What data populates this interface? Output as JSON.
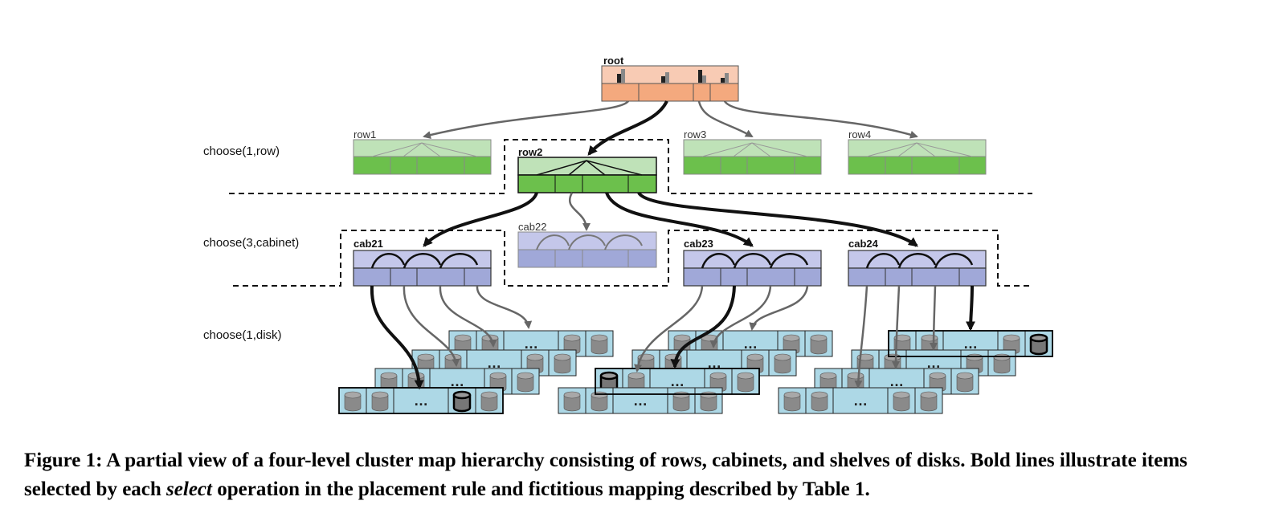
{
  "diagram": {
    "nodes": {
      "root": "root",
      "row1": "row1",
      "row2": "row2",
      "row3": "row3",
      "row4": "row4",
      "cab21": "cab21",
      "cab22": "cab22",
      "cab23": "cab23",
      "cab24": "cab24"
    },
    "steps": {
      "choose_row": "choose(1,row)",
      "choose_cabinet": "choose(3,cabinet)",
      "choose_disk": "choose(1,disk)"
    },
    "ellipsis": "…"
  },
  "caption": {
    "part1": "Figure 1:  A partial view of a four-level cluster map hierarchy consisting of rows, cabinets, and shelves of disks.  Bold lines illustrate items selected by each ",
    "emphasis": "select",
    "part2": " operation in the placement rule and fictitious mapping described by Table 1."
  },
  "colors": {
    "root_top": "#f8cbb4",
    "root_bottom": "#f4a97e",
    "row_top": "#bfe2b8",
    "row_bottom": "#6cc04c",
    "cab_top": "#c4c7ea",
    "cab_bottom": "#a0a8d8",
    "shelf": "#add8e6",
    "disk": "#8a8a8a"
  }
}
